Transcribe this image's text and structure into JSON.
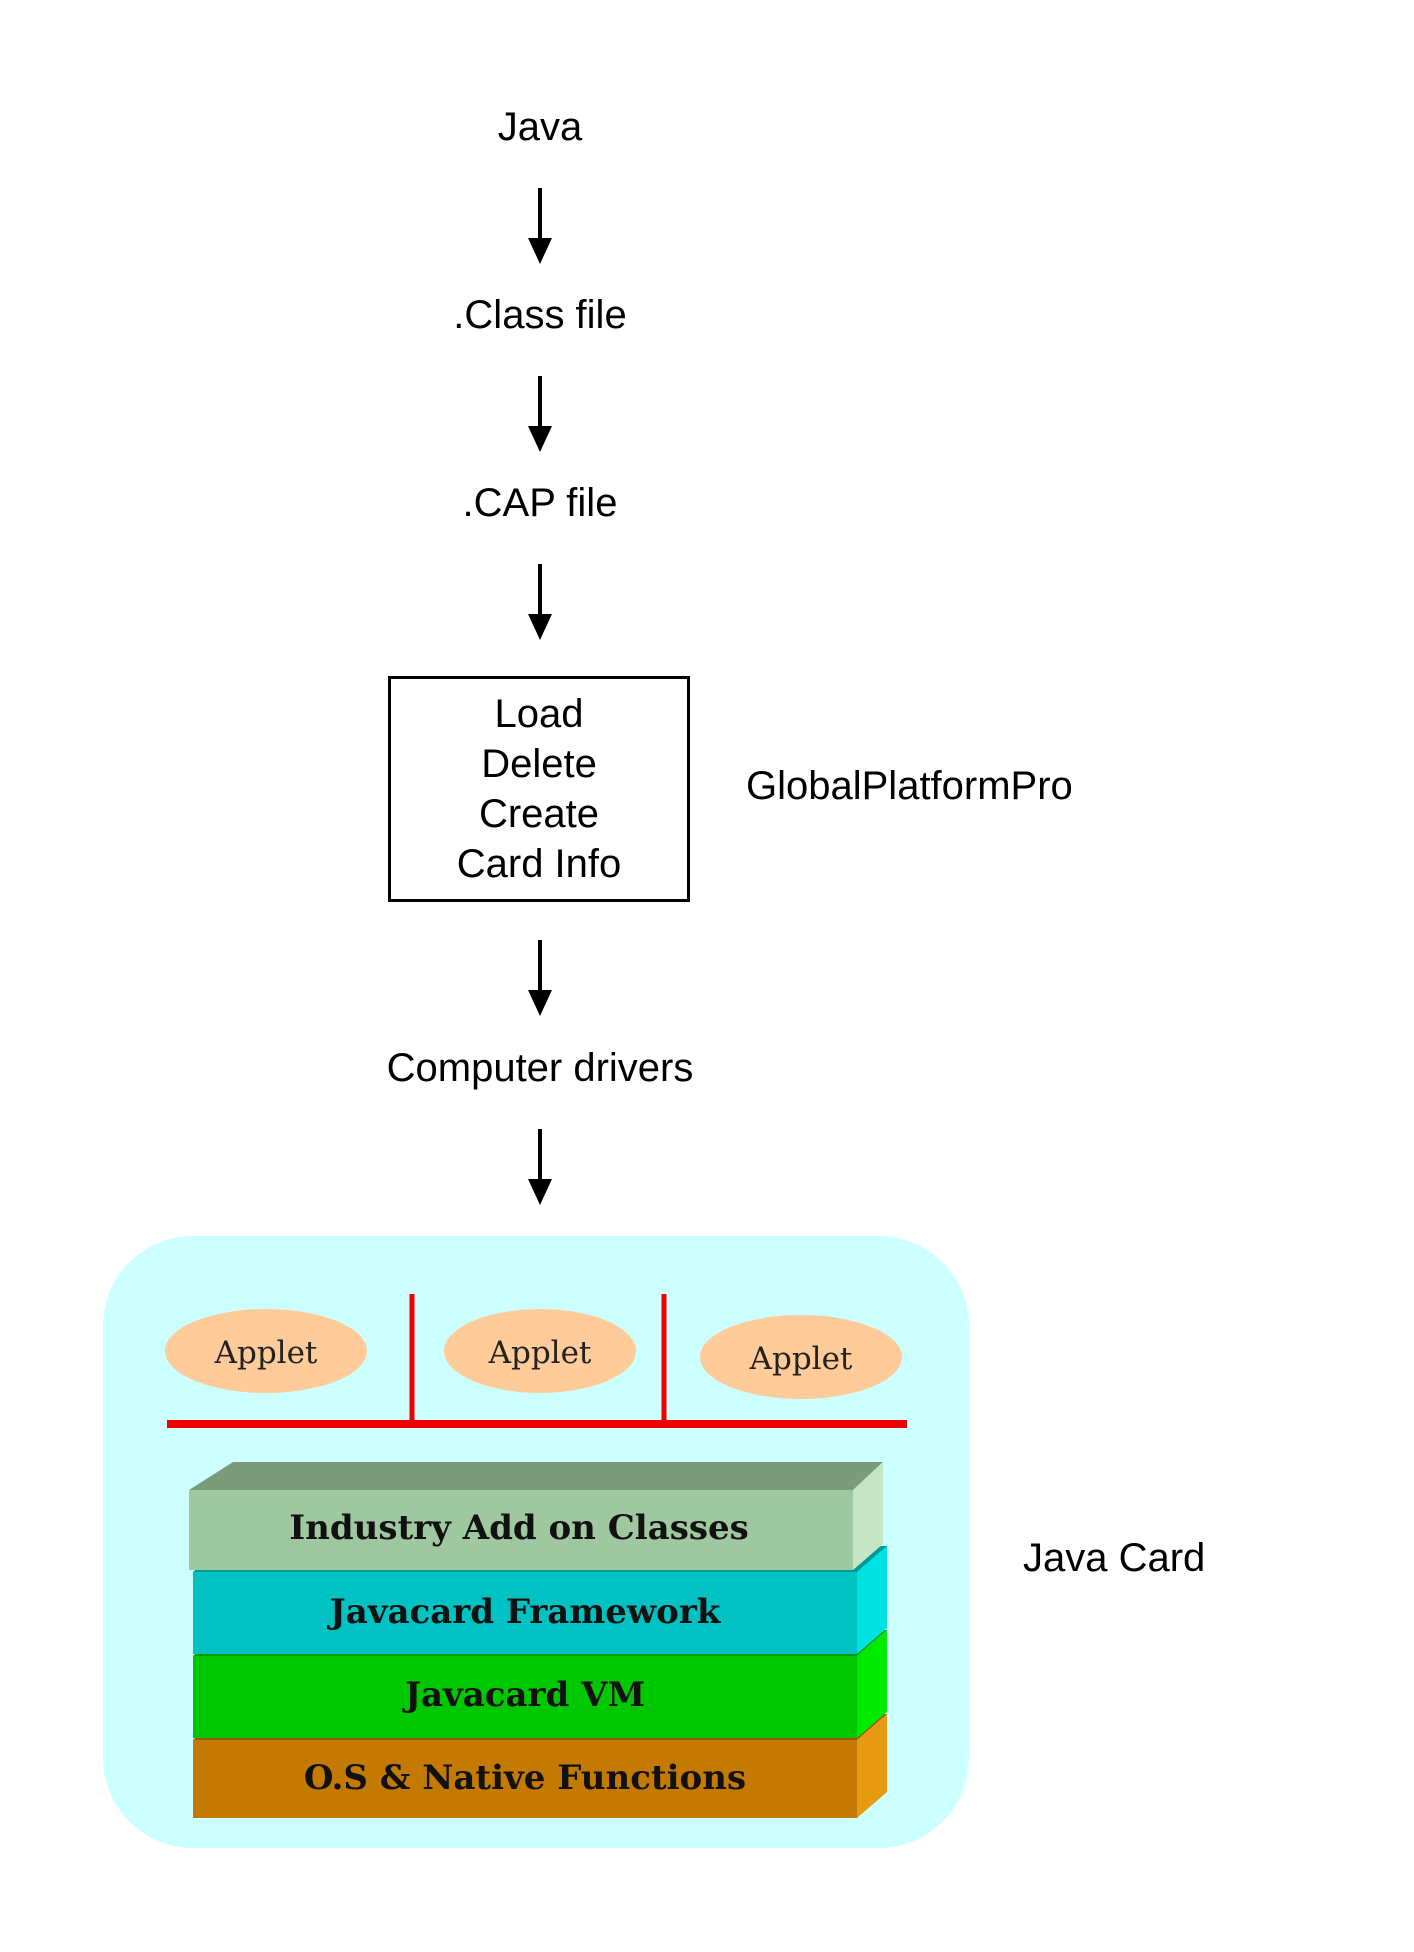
{
  "flow": {
    "steps": [
      "Java",
      ".Class file",
      ".CAP file"
    ],
    "operations": [
      "Load",
      "Delete",
      "Create",
      "Card Info"
    ],
    "operations_tool": "GlobalPlatformPro",
    "after_operations": "Computer drivers"
  },
  "java_card": {
    "label": "Java Card",
    "applets": [
      "Applet",
      "Applet",
      "Applet"
    ],
    "layers": [
      {
        "name": "Industry Add on Classes",
        "front": "#a0c8a0",
        "top": "#7a9c7a",
        "side": "#c4e6c4"
      },
      {
        "name": "Javacard Framework",
        "front": "#00c2c2",
        "top": "#009a9a",
        "side": "#00e2e2"
      },
      {
        "name": "Javacard VM",
        "front": "#00c800",
        "top": "#009800",
        "side": "#00ea00"
      },
      {
        "name": "O.S & Native Functions",
        "front": "#c47a00",
        "top": "#955a00",
        "side": "#e69a10"
      }
    ],
    "colors": {
      "background": "#ccffff",
      "applet_fill": "#ffcc99",
      "bus_line": "#ee0000"
    }
  }
}
